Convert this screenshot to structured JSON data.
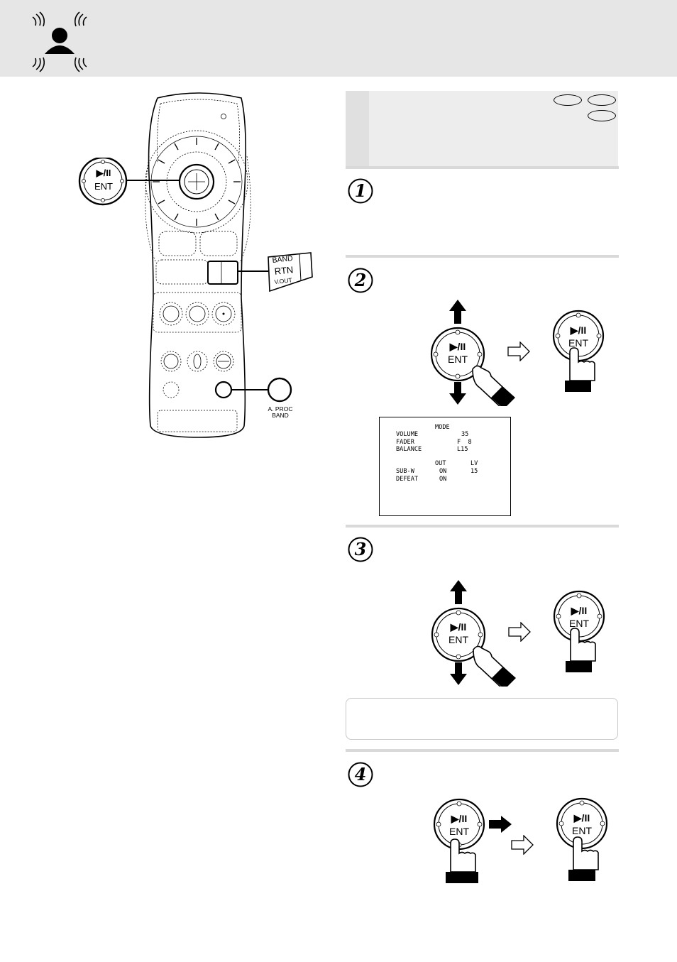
{
  "ent_button": {
    "play_pause": "▶/II",
    "ent": "ENT"
  },
  "remote": {
    "band_key": {
      "line1": "BAND",
      "line2": "RTN",
      "line3": "V.OUT"
    },
    "aproc_key": {
      "line1": "A. PROC",
      "line2": "BAND"
    }
  },
  "steps": [
    "1",
    "2",
    "3",
    "4"
  ],
  "osd": {
    "title": "MODE",
    "rows": [
      {
        "label": "VOLUME",
        "value": "35"
      },
      {
        "label": "FADER",
        "value": "F  8"
      },
      {
        "label": "BALANCE",
        "value": "L15"
      }
    ],
    "col_out": "OUT",
    "col_lv": "LV",
    "rows2": [
      {
        "label": "SUB-W",
        "out": "ON",
        "lv": "15"
      },
      {
        "label": "DEFEAT",
        "out": "ON",
        "lv": ""
      }
    ]
  }
}
